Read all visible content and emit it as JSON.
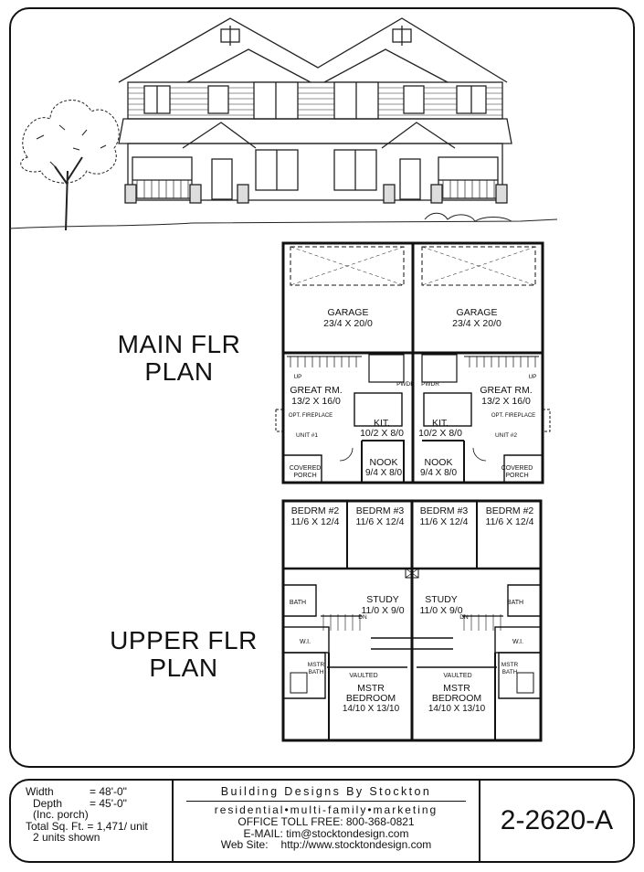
{
  "plans": {
    "main_title_line1": "MAIN FLR",
    "main_title_line2": "PLAN",
    "upper_title_line1": "UPPER FLR",
    "upper_title_line2": "PLAN"
  },
  "main_floor": {
    "garage_left_name": "GARAGE",
    "garage_left_dim": "23/4 X 20/0",
    "garage_right_name": "GARAGE",
    "garage_right_dim": "23/4 X 20/0",
    "great_left_name": "GREAT RM.",
    "great_left_dim": "13/2 X 16/0",
    "great_right_name": "GREAT RM.",
    "great_right_dim": "13/2 X 16/0",
    "fireplace_left": "OPT. FIREPLACE",
    "fireplace_right": "OPT. FIREPLACE",
    "unit_left": "UNIT #1",
    "unit_right": "UNIT #2",
    "kit_left_name": "KIT.",
    "kit_left_dim": "10/2 X 8/0",
    "kit_right_name": "KIT.",
    "kit_right_dim": "10/2 X 8/0",
    "nook_left_name": "NOOK",
    "nook_left_dim": "9/4 X 8/0",
    "nook_right_name": "NOOK",
    "nook_right_dim": "9/4 X 8/0",
    "pwdr_left": "PWDR",
    "pwdr_right": "PWDR",
    "up_left": "UP",
    "up_right": "UP",
    "porch_left_1": "COVERED",
    "porch_left_2": "PORCH",
    "porch_right_1": "COVERED",
    "porch_right_2": "PORCH"
  },
  "upper_floor": {
    "bed2_left_name": "BEDRM #2",
    "bed2_left_dim": "11/6 X 12/4",
    "bed3_left_name": "BEDRM #3",
    "bed3_left_dim": "11/6 X 12/4",
    "bed3_right_name": "BEDRM #3",
    "bed3_right_dim": "11/6 X 12/4",
    "bed2_right_name": "BEDRM #2",
    "bed2_right_dim": "11/6 X 12/4",
    "study_left_name": "STUDY",
    "study_left_dim": "11/0 X 9/0",
    "study_right_name": "STUDY",
    "study_right_dim": "11/0 X 9/0",
    "bath_left": "BATH",
    "bath_right": "BATH",
    "dn_left": "DN",
    "dn_right": "DN",
    "wi_left": "W.I.",
    "wi_right": "W.I.",
    "mstr_bath_left_1": "MSTR",
    "mstr_bath_left_2": "BATH",
    "mstr_bath_right_1": "MSTR",
    "mstr_bath_right_2": "BATH",
    "vaulted_left": "VAULTED",
    "vaulted_right": "VAULTED",
    "mstr_left_1": "MSTR",
    "mstr_left_2": "BEDROOM",
    "mstr_left_dim": "14/10 X 13/10",
    "mstr_right_1": "MSTR",
    "mstr_right_2": "BEDROOM",
    "mstr_right_dim": "14/10 X 13/10"
  },
  "specs": {
    "width_label": "Width",
    "width_value": "= 48'-0\"",
    "depth_label": "Depth",
    "depth_value": "= 45'-0\"",
    "depth_note": "(Inc. porch)",
    "total": "Total Sq. Ft. = 1,471/ unit",
    "units": "2 units shown"
  },
  "company": {
    "name": "Building Designs By Stockton",
    "tagline": "residential•multi-family•marketing",
    "phone": "OFFICE TOLL FREE: 800-368-0821",
    "email_label": "E-MAIL:",
    "email": "tim@stocktondesign.com",
    "web_label": "Web Site:",
    "web": "http://www.stocktondesign.com"
  },
  "plan_number": "2-2620-A"
}
